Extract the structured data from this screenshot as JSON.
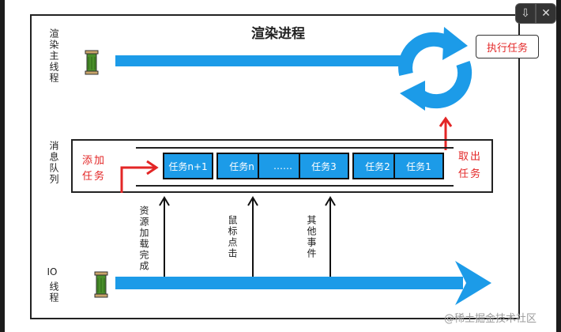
{
  "diagram": {
    "title": "渲染进程",
    "main_thread_label": "渲染主线程",
    "exec_label": "执行任务",
    "queue_label": "消息队列",
    "add_task_label": "添加任务",
    "take_out_label": "取出任务",
    "tasks": [
      "任务n+1",
      "任务n",
      "……",
      "任务3",
      "任务2",
      "任务1"
    ],
    "events": [
      "资源加载完成",
      "鼠标点击",
      "其他事件"
    ],
    "io_label_line1": "IO",
    "io_label_line2": "线程"
  },
  "toolbar": {
    "download_icon": "download-icon",
    "close_icon": "close-icon"
  },
  "watermark": "@稀土掘金技术社区",
  "colors": {
    "accent_blue": "#1c9be8",
    "arrow_red": "#e32626",
    "background": "#1c1c1c"
  }
}
